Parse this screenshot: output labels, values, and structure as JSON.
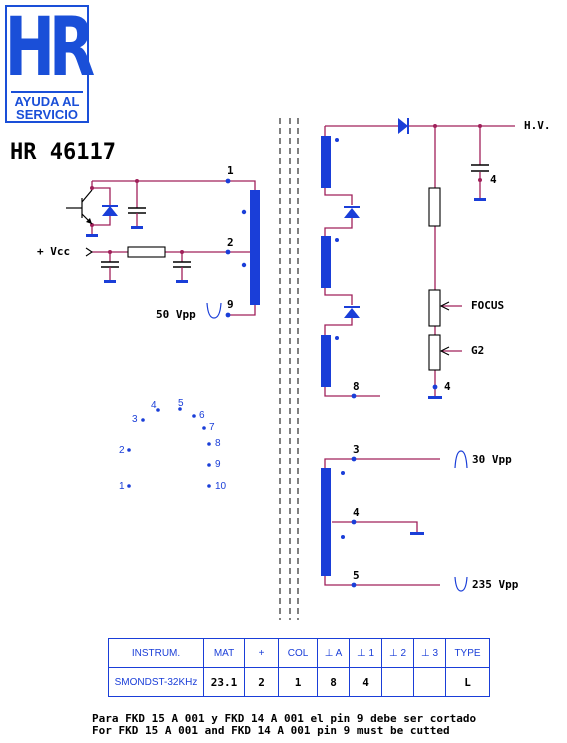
{
  "logo": {
    "mark": "HR",
    "line1": "AYUDA AL",
    "line2": "SERVICIO"
  },
  "model": "HR 46117",
  "labels": {
    "hv": "H.V.",
    "vcc": "+ Vcc",
    "vpp50": "50 Vpp",
    "focus": "FOCUS",
    "g2": "G2",
    "vpp30": "30 Vpp",
    "vpp235": "235 Vpp"
  },
  "pins": {
    "p1": "1",
    "p2": "2",
    "p9": "9",
    "p8": "8",
    "p4a": "4",
    "p4b": "4",
    "p3s": "3",
    "p4s": "4",
    "p5s": "5"
  },
  "socket": [
    "1",
    "2",
    "3",
    "4",
    "5",
    "6",
    "7",
    "8",
    "9",
    "10"
  ],
  "table": {
    "headers": [
      "INSTRUM.",
      "MAT",
      "+",
      "COL",
      "⊥ A",
      "⊥ 1",
      "⊥ 2",
      "⊥ 3",
      "TYPE"
    ],
    "values": [
      "SMONDST-32KHz",
      "23.1",
      "2",
      "1",
      "8",
      "4",
      "",
      "",
      "L"
    ]
  },
  "notes": {
    "es": "Para FKD 15 A 001 y FKD 14 A 001 el pin 9 debe ser cortado",
    "en": "For FKD 15 A 001 and FKD 14 A 001 pin 9 must be cutted"
  },
  "colors": {
    "wire": "#a0205a",
    "coil": "#1a3ed8",
    "ink": "#000000"
  }
}
